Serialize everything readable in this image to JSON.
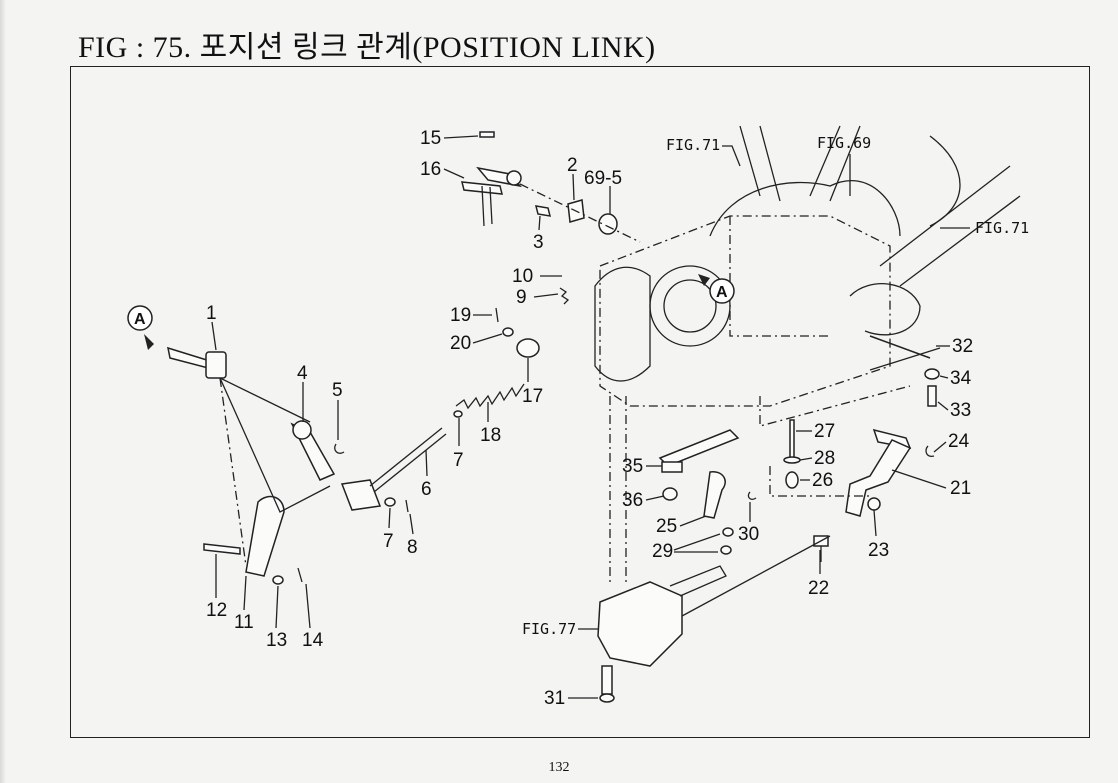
{
  "page": {
    "title": "FIG : 75. 포지션 링크 관계(POSITION LINK)",
    "page_number": "132"
  },
  "diagram": {
    "marker_left": "A",
    "marker_right": "A",
    "figure_refs": {
      "fig71_top": "FIG.71",
      "fig69": "FIG.69",
      "fig71_right": "FIG.71",
      "fig77": "FIG.77",
      "fig69_5": "69-5"
    },
    "part_labels": [
      "1",
      "2",
      "3",
      "4",
      "5",
      "6",
      "7",
      "7",
      "8",
      "9",
      "10",
      "11",
      "12",
      "13",
      "14",
      "15",
      "16",
      "17",
      "18",
      "19",
      "20",
      "21",
      "22",
      "23",
      "24",
      "25",
      "26",
      "27",
      "28",
      "29",
      "30",
      "31",
      "32",
      "33",
      "34",
      "35",
      "36"
    ]
  }
}
